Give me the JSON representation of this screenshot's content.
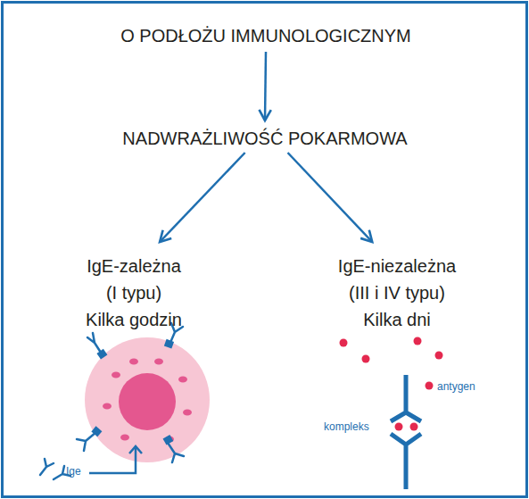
{
  "diagram": {
    "nodes": [
      {
        "text": [
          "O PODŁOŻU IMMUNOLOGICZNYM"
        ]
      },
      {
        "text": [
          "NADWRAŻLIWOŚĆ POKARMOWA"
        ]
      },
      {
        "text": [
          "IgE-zależna",
          "(I typu)",
          "Kilka godzin"
        ]
      },
      {
        "text": [
          "IgE-niezależna",
          "(III i IV typu)",
          "Kilka dni"
        ]
      }
    ],
    "edges": [
      {
        "from": 0,
        "to": 1,
        "arrow": "to"
      },
      {
        "from": 1,
        "to": 2,
        "arrow": "to"
      },
      {
        "from": 1,
        "to": 3,
        "arrow": "to"
      }
    ],
    "labels": [
      "antygen",
      "kompleks",
      "Ige"
    ]
  }
}
